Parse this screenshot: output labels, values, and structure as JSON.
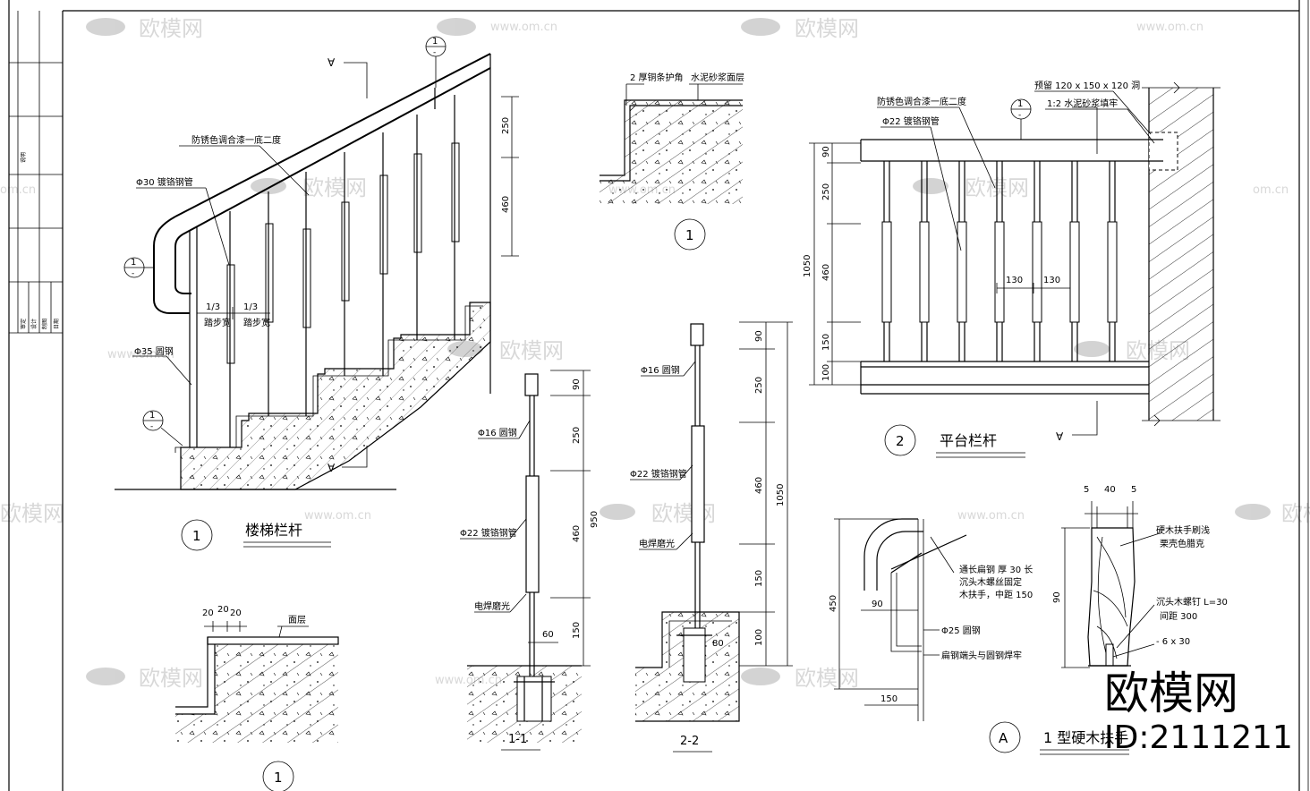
{
  "watermark": {
    "brand": "欧模网",
    "url": "www.om.cn",
    "short_url": "om.cn"
  },
  "id_badge": {
    "brand": "欧模网",
    "id_text": "ID:2111211"
  },
  "titles": {
    "stair_railing": "楼梯栏杆",
    "platform_railing": "平台栏杆",
    "handrail_type1": "1 型硬木扶手",
    "section_1_1": "1-1",
    "section_2_2": "2-2"
  },
  "markers": {
    "one": "1",
    "two": "2",
    "A": "A",
    "dash": "-"
  },
  "stair_labels": {
    "paint": "防锈色调合漆一底二度",
    "pipe30": "Φ30 镀铬钢管",
    "steel35": "Φ35 圆钢",
    "third": "1/3",
    "tread_width": "踏步宽"
  },
  "stair_dims": [
    "250",
    "460"
  ],
  "nosing_labels": {
    "edge": "2 厚铜条护角",
    "finish": "水泥砂浆面层"
  },
  "detail_labels": {
    "finish": "面层",
    "dims": [
      "20",
      "20",
      "20"
    ]
  },
  "section11": {
    "rod16": "Φ16  圆钢",
    "pipe22": "Φ22 镀铬钢管",
    "weld": "电焊磨光",
    "dims": [
      "90",
      "250",
      "460",
      "150",
      "950",
      "60"
    ]
  },
  "section22": {
    "rod16": "Φ16  圆钢",
    "pipe22": "Φ22 镀铬钢管",
    "weld": "电焊磨光",
    "dims": [
      "90",
      "250",
      "460",
      "150",
      "100",
      "1050",
      "80"
    ]
  },
  "platform": {
    "embed": "预留 120 x 150 x 120 洞",
    "grout": "1:2 水泥砂浆填牢",
    "paint": "防锈色调合漆一底二度",
    "pipe22": "Φ22 镀铬钢管",
    "dims": [
      "90",
      "250",
      "460",
      "150",
      "100",
      "1050"
    ],
    "spacing": [
      "130",
      "130"
    ]
  },
  "handrail": {
    "flat_steel": "通长扁钢 厚 30 长",
    "screw_fix": "沉头木螺丝固定",
    "wood_rail": "木扶手，中距 150",
    "rod25": "Φ25 圆钢",
    "weld": "扁钢端头与圆钢焊牢",
    "dims": [
      "450",
      "90",
      "150"
    ],
    "wood_finish": "硬木扶手刷浅",
    "varnish": "栗壳色腊克",
    "screw": "沉头木螺钉 L=30",
    "screw_pitch": "间距 300",
    "plate": "- 6 x 30",
    "top_dims": [
      "5",
      "40",
      "5"
    ],
    "height_dim": "90"
  },
  "title_block": {
    "label": "说明",
    "rows": [
      "审定",
      "设计",
      "制图",
      "日期"
    ]
  }
}
